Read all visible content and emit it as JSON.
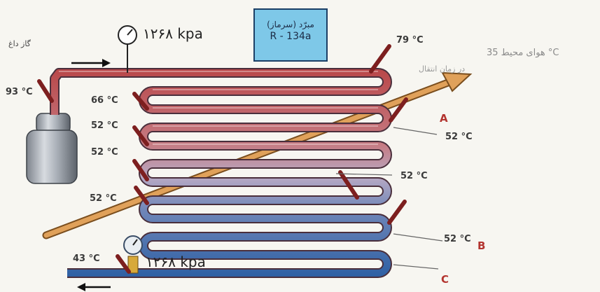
{
  "refrigerant": {
    "name_fa": "مبرّد (سرماز)",
    "type": "R - 134a"
  },
  "gauges": {
    "top_reading": "۱۲۶۸ kpa",
    "bottom_reading": "۱۲۶۸ kpa"
  },
  "labels": {
    "hot_gas": "گاز داغ",
    "ambient_air": "هوای محیط 35 °C",
    "ambient_sub": "در زمان انتقال"
  },
  "temps": {
    "inlet": "93 °C",
    "top_right": "79 °C",
    "row1": "66 °C",
    "row2": "52 °C",
    "row3": "52 °C",
    "row4": "52 °C",
    "right_a": "52 °C",
    "mid_right": "52 °C",
    "right_b": "52 °C",
    "outlet": "43 °C"
  },
  "points": {
    "a": "A",
    "b": "B",
    "c": "C"
  },
  "colors": {
    "hot_pipe": "#b9484a",
    "mid_pipe": "#b7a9c4",
    "cold_pipe": "#2e60a4",
    "air_arrow": "#e0a15a",
    "probe": "#7d1f1f",
    "box_fill": "#7ec8e8"
  }
}
